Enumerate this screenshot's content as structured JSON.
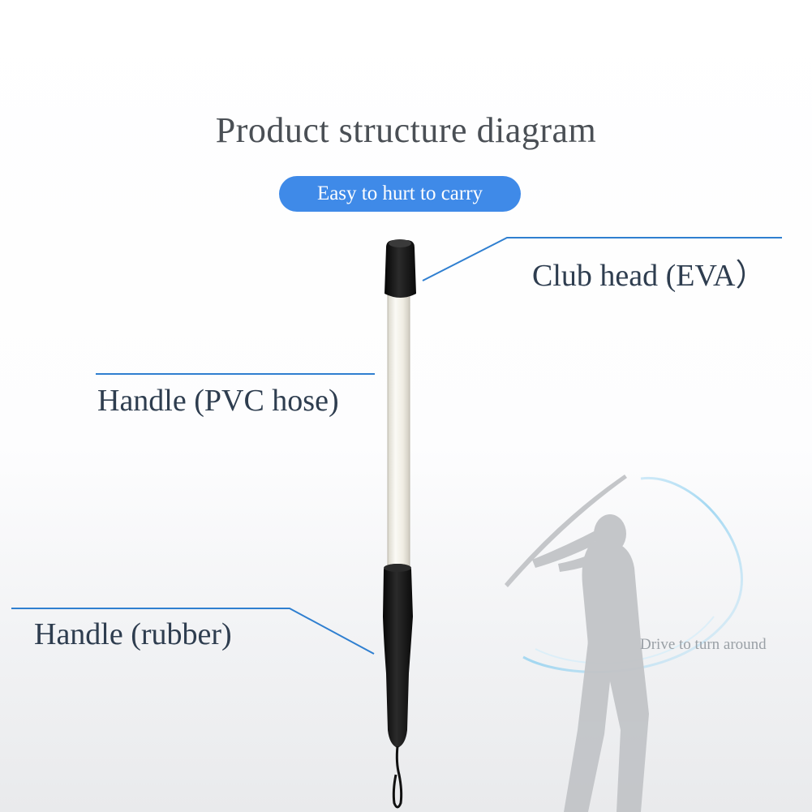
{
  "title": "Product structure diagram",
  "subtitle_badge": "Easy to hurt to carry",
  "labels": {
    "club_head": "Club head (EVA）",
    "handle_pvc": "Handle (PVC hose)",
    "handle_rubber": "Handle (rubber)"
  },
  "caption": "Drive to turn around",
  "colors": {
    "accent": "#3f8ae8",
    "callout_line": "#2f7fd0",
    "label_text": "#2e3d4f",
    "grip": "#141414",
    "shaft": "#f1efe7"
  }
}
